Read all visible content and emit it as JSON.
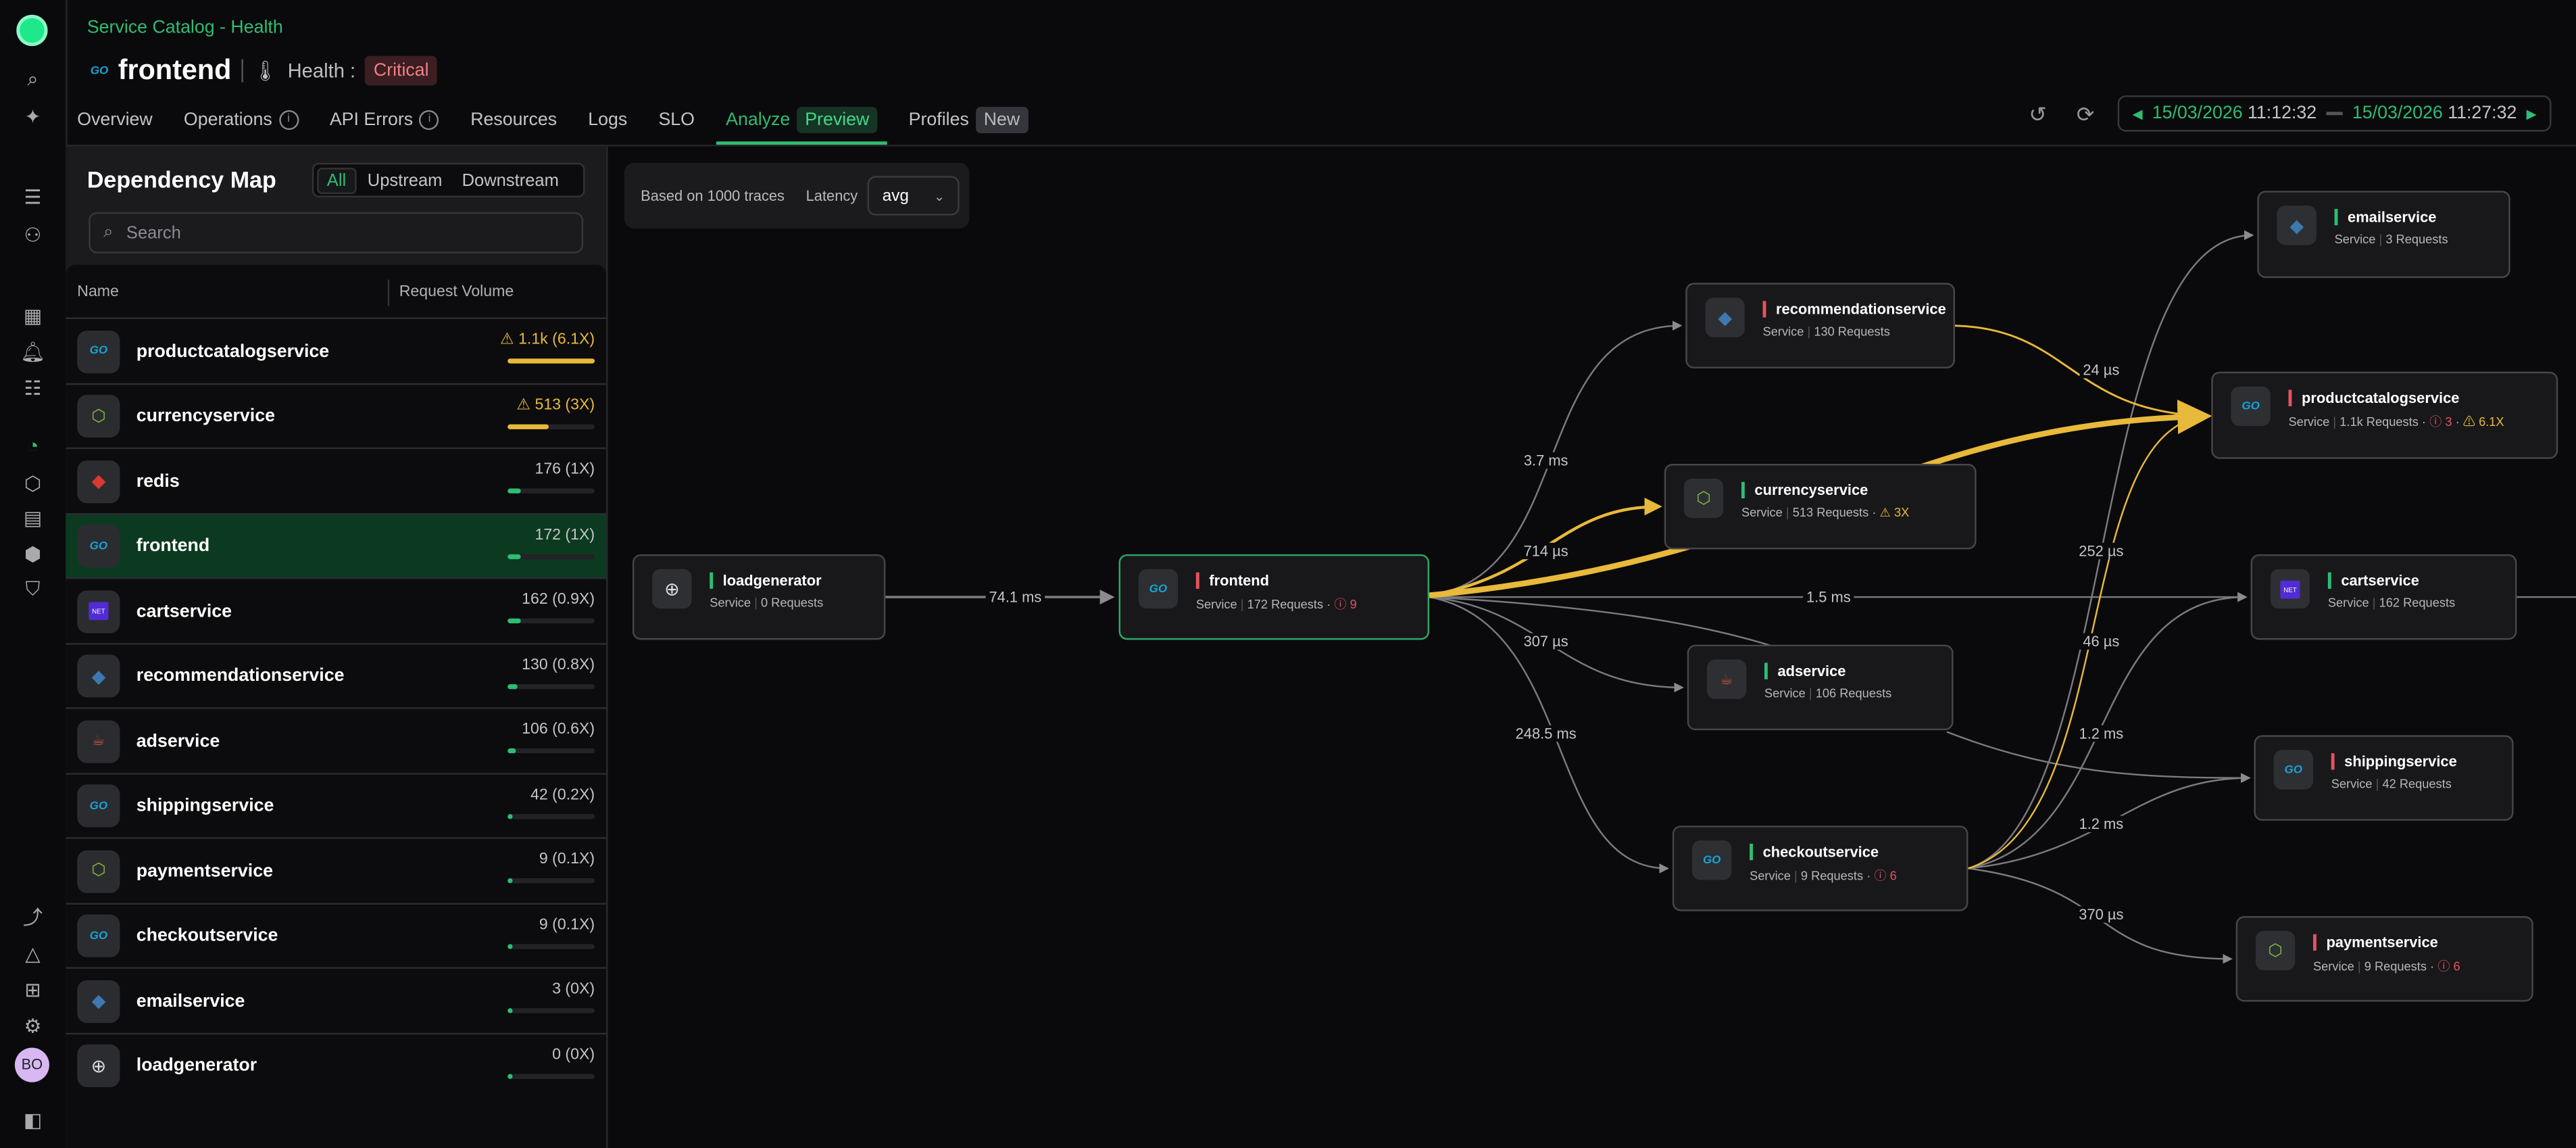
{
  "breadcrumb": "Service Catalog - Health",
  "service": {
    "name": "frontend",
    "health_label": "Health :",
    "health_status": "Critical"
  },
  "tabs": [
    {
      "label": "Overview"
    },
    {
      "label": "Operations"
    },
    {
      "label": "API Errors"
    },
    {
      "label": "Resources"
    },
    {
      "label": "Logs"
    },
    {
      "label": "SLO"
    },
    {
      "label": "Analyze",
      "badge": "Preview"
    },
    {
      "label": "Profiles",
      "badge": "New"
    }
  ],
  "time_range": {
    "start_date": "15/03/2026",
    "start_time": "11:12:32",
    "end_date": "15/03/2026",
    "end_time": "11:27:32"
  },
  "sidebar": {
    "title": "Dependency Map",
    "filters": [
      "All",
      "Upstream",
      "Downstream"
    ],
    "search_placeholder": "Search",
    "columns": [
      "Name",
      "Request Volume"
    ],
    "rows": [
      {
        "name": "productcatalogservice",
        "volume": "1.1k (6.1X)",
        "warn": true,
        "fill": 1.0,
        "tech": "go"
      },
      {
        "name": "currencyservice",
        "volume": "513 (3X)",
        "warn": true,
        "fill": 0.48,
        "tech": "js"
      },
      {
        "name": "redis",
        "volume": "176 (1X)",
        "warn": false,
        "fill": 0.16,
        "tech": "redis"
      },
      {
        "name": "frontend",
        "volume": "172 (1X)",
        "warn": false,
        "fill": 0.16,
        "tech": "go"
      },
      {
        "name": "cartservice",
        "volume": "162 (0.9X)",
        "warn": false,
        "fill": 0.15,
        "tech": "dotnet"
      },
      {
        "name": "recommendationservice",
        "volume": "130 (0.8X)",
        "warn": false,
        "fill": 0.12,
        "tech": "python"
      },
      {
        "name": "adservice",
        "volume": "106 (0.6X)",
        "warn": false,
        "fill": 0.1,
        "tech": "java"
      },
      {
        "name": "shippingservice",
        "volume": "42 (0.2X)",
        "warn": false,
        "fill": 0.04,
        "tech": "go"
      },
      {
        "name": "paymentservice",
        "volume": "9 (0.1X)",
        "warn": false,
        "fill": 0.02,
        "tech": "js"
      },
      {
        "name": "checkoutservice",
        "volume": "9 (0.1X)",
        "warn": false,
        "fill": 0.02,
        "tech": "go"
      },
      {
        "name": "emailservice",
        "volume": "3 (0X)",
        "warn": false,
        "fill": 0.01,
        "tech": "python"
      },
      {
        "name": "loadgenerator",
        "volume": "0 (0X)",
        "warn": false,
        "fill": 0.01,
        "tech": "globe"
      }
    ]
  },
  "graph": {
    "traces_label": "Based on 1000 traces",
    "latency_label": "Latency",
    "latency_value": "avg",
    "nodes": {
      "loadgenerator": {
        "name": "loadgenerator",
        "type": "Service",
        "requests": "0 Requests"
      },
      "frontend": {
        "name": "frontend",
        "type": "Service",
        "requests": "172 Requests",
        "errors": "9"
      },
      "recommendationservice": {
        "name": "recommendationservice",
        "type": "Service",
        "requests": "130 Requests"
      },
      "currencyservice": {
        "name": "currencyservice",
        "type": "Service",
        "requests": "513 Requests",
        "warning": "3X"
      },
      "adservice": {
        "name": "adservice",
        "type": "Service",
        "requests": "106 Requests"
      },
      "checkoutservice": {
        "name": "checkoutservice",
        "type": "Service",
        "requests": "9 Requests",
        "errors": "6"
      },
      "emailservice": {
        "name": "emailservice",
        "type": "Service",
        "requests": "3 Requests"
      },
      "productcatalogservice": {
        "name": "productcatalogservice",
        "type": "Service",
        "requests": "1.1k Requests",
        "errors": "3",
        "warning": "6.1X"
      },
      "cartservice": {
        "name": "cartservice",
        "type": "Service",
        "requests": "162 Requests"
      },
      "shippingservice": {
        "name": "shippingservice",
        "type": "Service",
        "requests": "42 Requests"
      },
      "paymentservice": {
        "name": "paymentservice",
        "type": "Service",
        "requests": "9 Requests",
        "errors": "6"
      }
    },
    "edges": {
      "lg_fe": "74.1 ms",
      "fe_rec": "3.7 ms",
      "fe_cur": "714 µs",
      "fe_cart": "1.5 ms",
      "fe_ad": "307 µs",
      "fe_co": "248.5 ms",
      "rec_pc": "24 µs",
      "co_pc": "252 µs",
      "co_cart": "46 µs",
      "co_ship1": "1.2 ms",
      "co_ship2": "1.2 ms",
      "co_pay": "370 µs"
    }
  },
  "user_initials": "BO",
  "colors": {
    "accent": "#2ebd72",
    "critical": "#e5535c",
    "warning": "#e8b93a",
    "selected_row": "#0c3a20"
  }
}
